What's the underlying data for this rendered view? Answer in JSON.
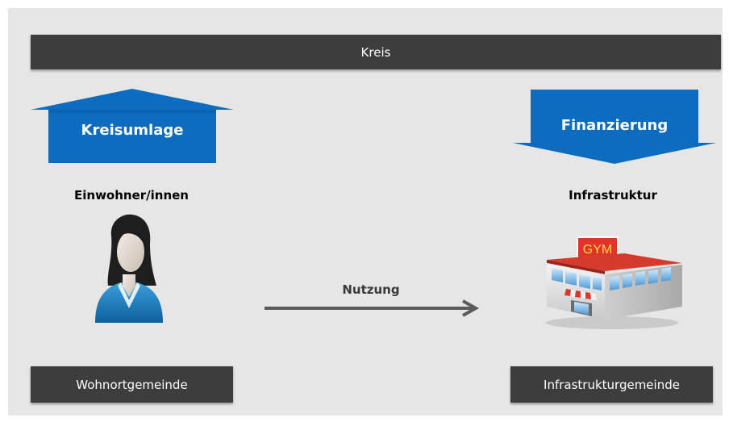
{
  "header": {
    "label": "Kreis"
  },
  "left": {
    "arrow_label": "Kreisumlage",
    "heading": "Einwohner/innen",
    "footer_label": "Wohnortgemeinde"
  },
  "right": {
    "arrow_label": "Finanzierung",
    "heading": "Infrastruktur",
    "sign_text": "GYM",
    "footer_label": "Infrastrukturgemeinde"
  },
  "center": {
    "arrow_label": "Nutzung"
  },
  "colors": {
    "background": "#e6e6e6",
    "bar": "#3d3d3d",
    "accent_blue": "#0d6cc0",
    "arrow_gray": "#5a5a5a",
    "sign_red": "#e0342a"
  }
}
